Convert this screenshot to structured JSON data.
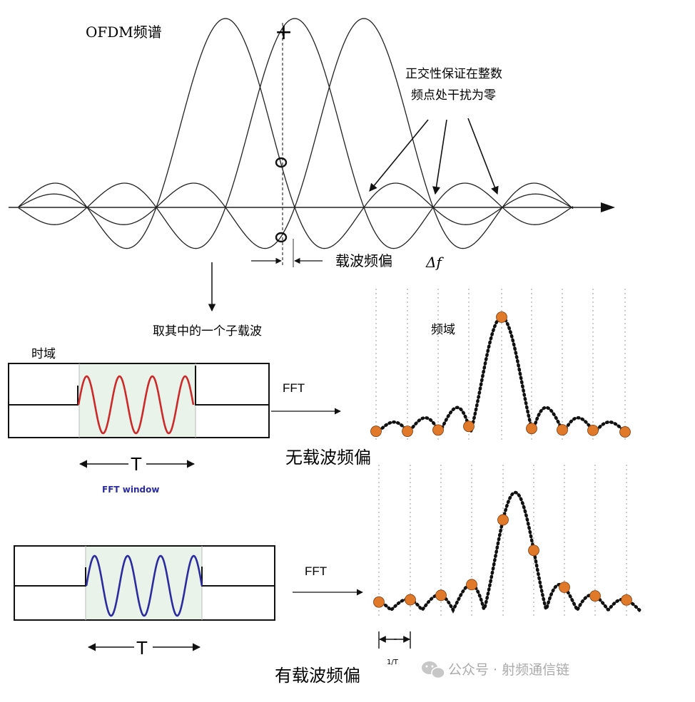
{
  "spectrum": {
    "title": "OFDM频谱",
    "annotation_line1": "正交性保证在整数",
    "annotation_line2": "频点处干扰为零",
    "offset_label": "载波频偏",
    "offset_symbol": "Δf",
    "plus_marker": "+",
    "select_label": "取其中的一个子载波"
  },
  "no_offset": {
    "time_domain_label": "时域",
    "freq_domain_label": "频域",
    "fft_label": "FFT",
    "period_label": "T",
    "window_label": "FFT window",
    "caption": "无载波频偏",
    "wave_color": "#cc2a2a"
  },
  "with_offset": {
    "fft_label": "FFT",
    "period_label": "T",
    "spacing_label": "1/T",
    "caption": "有载波频偏",
    "wave_color": "#2b2ba0"
  },
  "watermark": {
    "text": "公众号 · 射频通信链"
  },
  "colors": {
    "sample_dot": "#e07a2a",
    "window_fill": "#eaf3ea"
  }
}
